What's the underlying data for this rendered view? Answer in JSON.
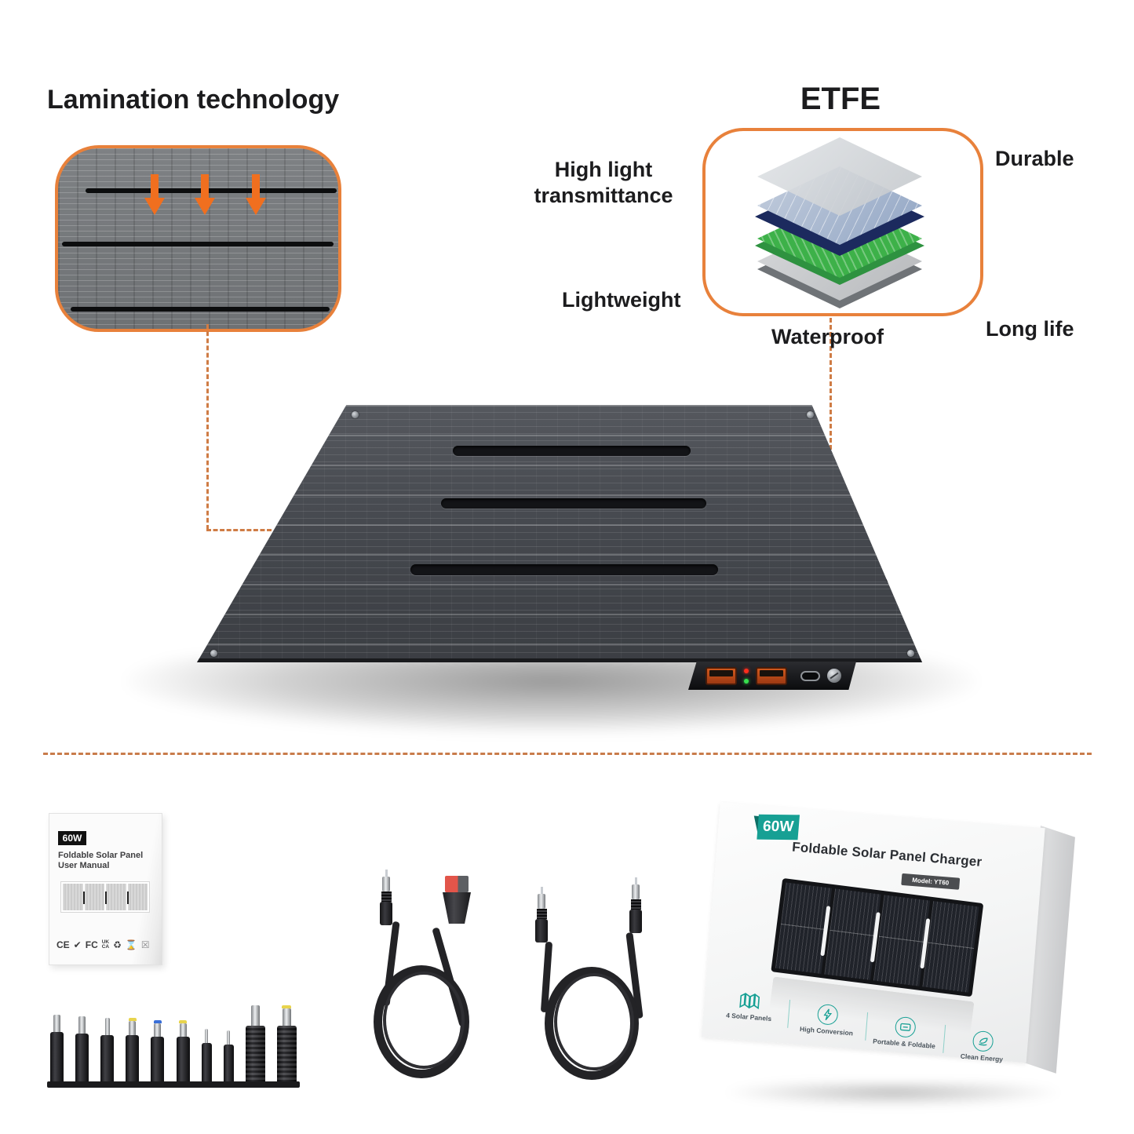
{
  "colors": {
    "accent_orange": "#E8813B",
    "dash_orange": "#C97C4B",
    "arrow_orange": "#F06F1F",
    "teal": "#17A094",
    "panel_dark": "#46494F"
  },
  "lamination": {
    "title": "Lamination technology"
  },
  "etfe": {
    "title": "ETFE",
    "labels": {
      "high_light": "High light\ntransmittance",
      "durable": "Durable",
      "lightweight": "Lightweight",
      "waterproof": "Waterproof",
      "long_life": "Long life"
    }
  },
  "manual": {
    "badge": "60W",
    "title_line1": "Foldable Solar Panel",
    "title_line2": "User Manual",
    "certs": [
      "CE",
      "✔",
      "FC",
      "UK\nCA",
      "♻",
      "⌛",
      "☒"
    ]
  },
  "box": {
    "badge": "60W",
    "title": "Foldable Solar Panel Charger",
    "model": "Model: YT60",
    "features": [
      {
        "label": "4 Solar Panels"
      },
      {
        "label": "High Conversion"
      },
      {
        "label": "Portable & Foldable"
      },
      {
        "label": "Clean Energy"
      }
    ]
  }
}
